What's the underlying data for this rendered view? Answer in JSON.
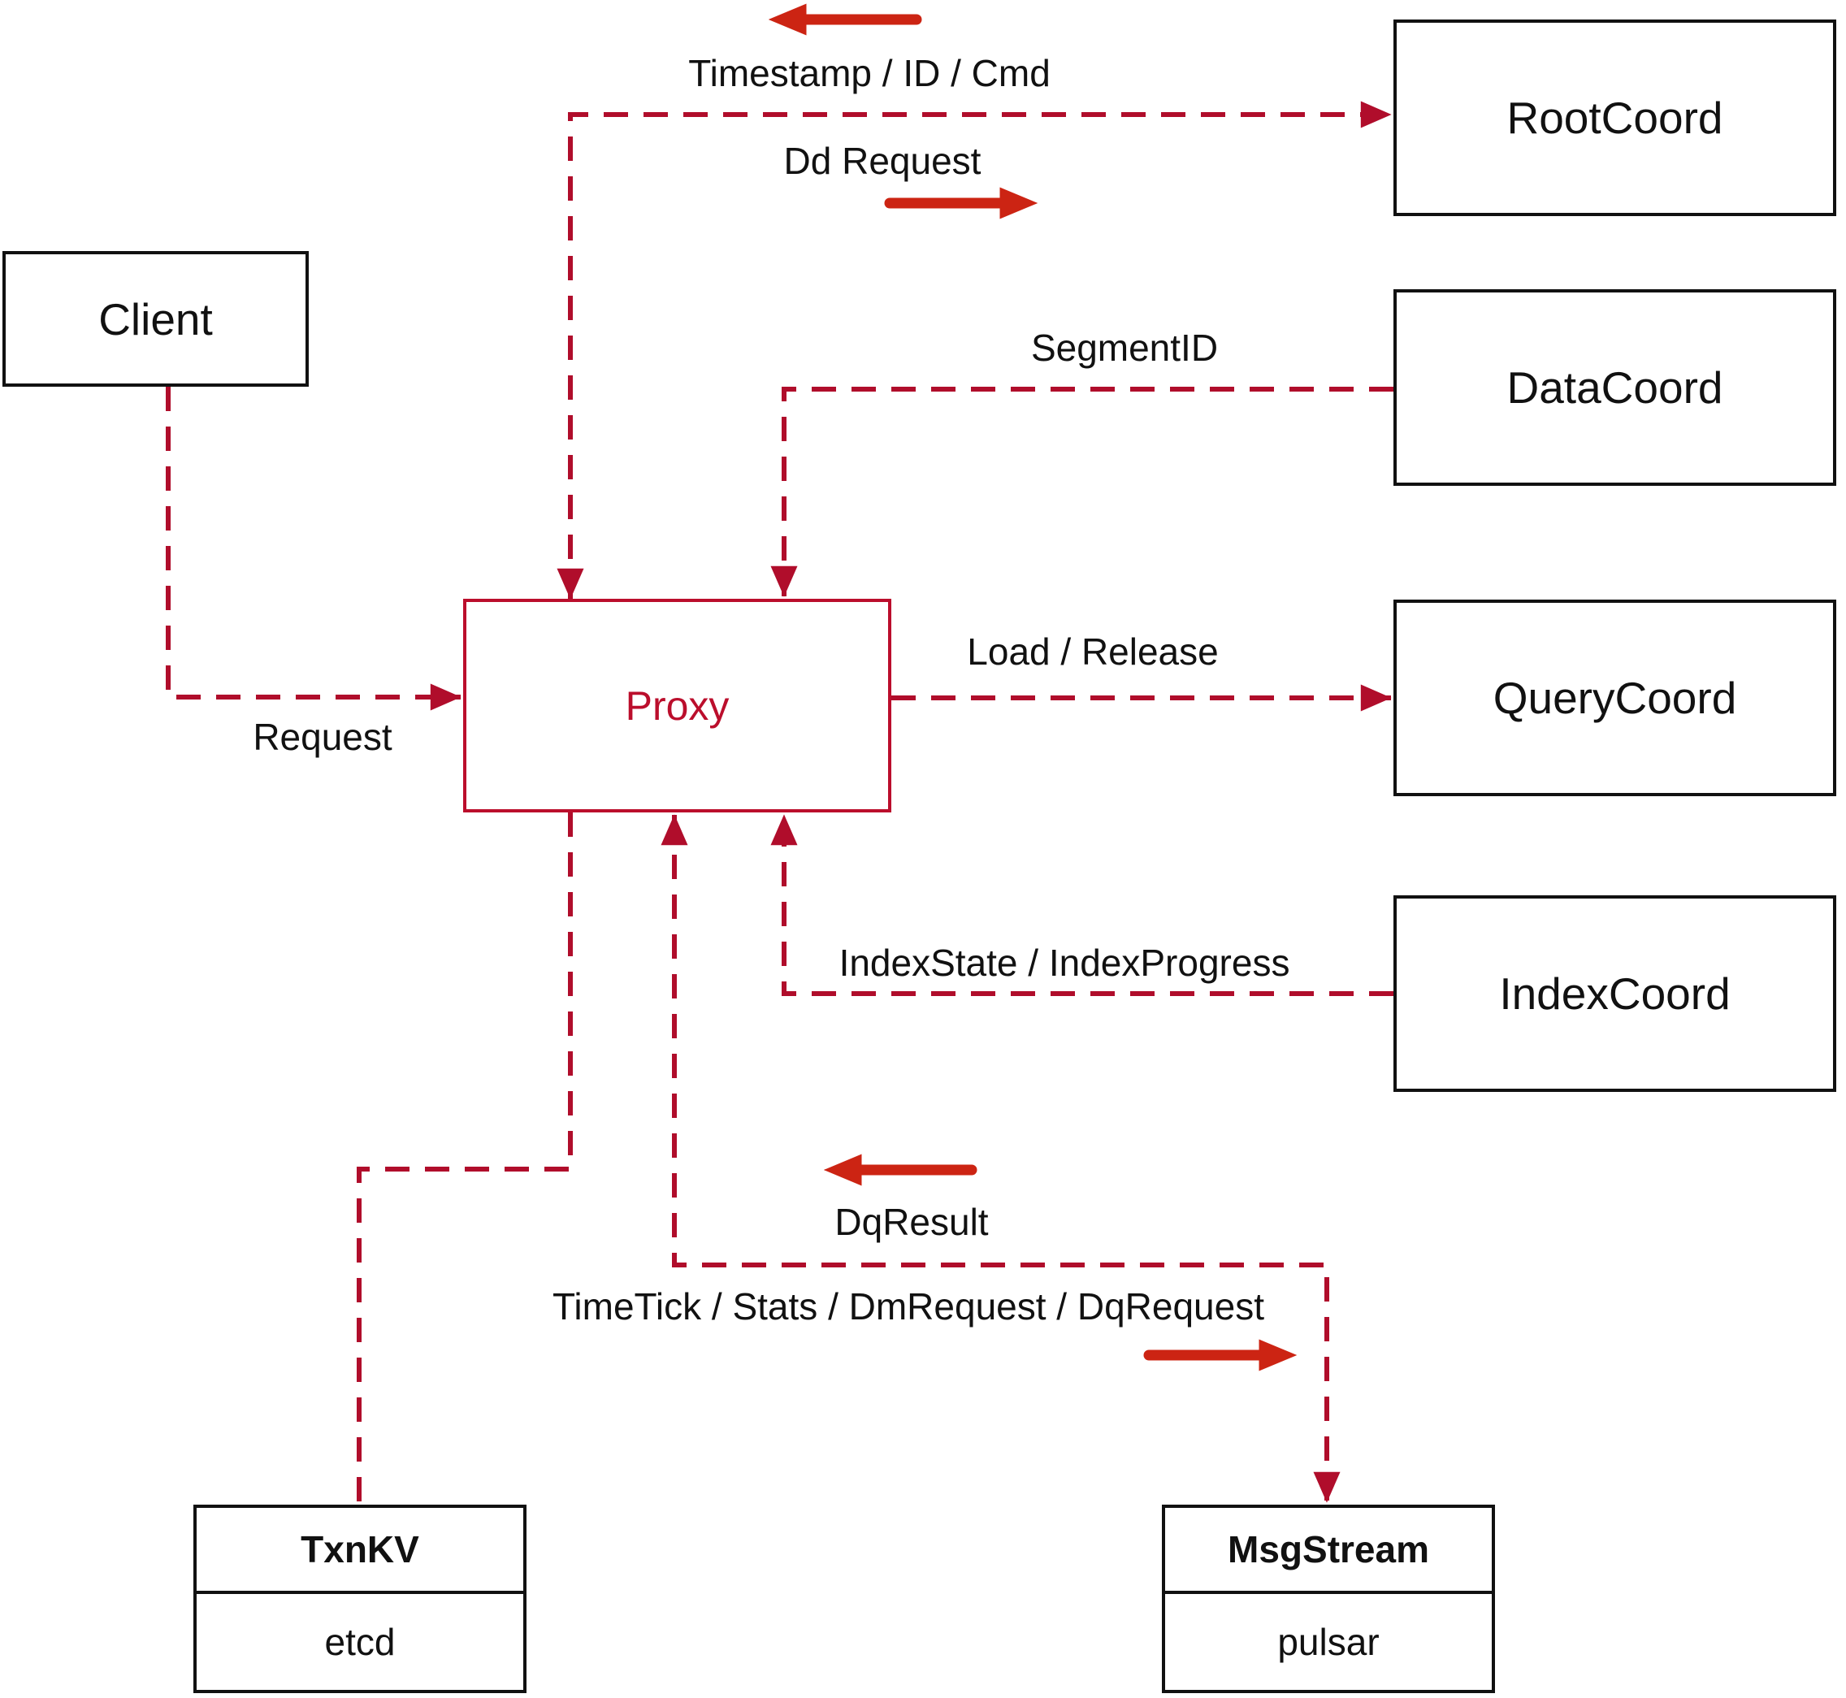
{
  "nodes": {
    "client": {
      "label": "Client"
    },
    "root_coord": {
      "label": "RootCoord"
    },
    "data_coord": {
      "label": "DataCoord"
    },
    "query_coord": {
      "label": "QueryCoord"
    },
    "index_coord": {
      "label": "IndexCoord"
    },
    "proxy": {
      "label": "Proxy"
    },
    "txn_kv": {
      "title": "TxnKV",
      "subtitle": "etcd"
    },
    "msg_stream": {
      "title": "MsgStream",
      "subtitle": "pulsar"
    }
  },
  "edge_labels": {
    "timestamp_id_cmd": "Timestamp / ID / Cmd",
    "dd_request": "Dd Request",
    "segment_id": "SegmentID",
    "request": "Request",
    "load_release": "Load / Release",
    "index_state_progress": "IndexState / IndexProgress",
    "dq_result": "DqResult",
    "timetick_stats": "TimeTick / Stats / DmRequest / DqRequest"
  },
  "colors": {
    "dashed_connector": "#B00D2B",
    "solid_arrow": "#CC2413",
    "box_border": "#111111",
    "proxy_accent": "#BB0E2C",
    "label_text": "#111111",
    "background": "#FFFFFF"
  }
}
